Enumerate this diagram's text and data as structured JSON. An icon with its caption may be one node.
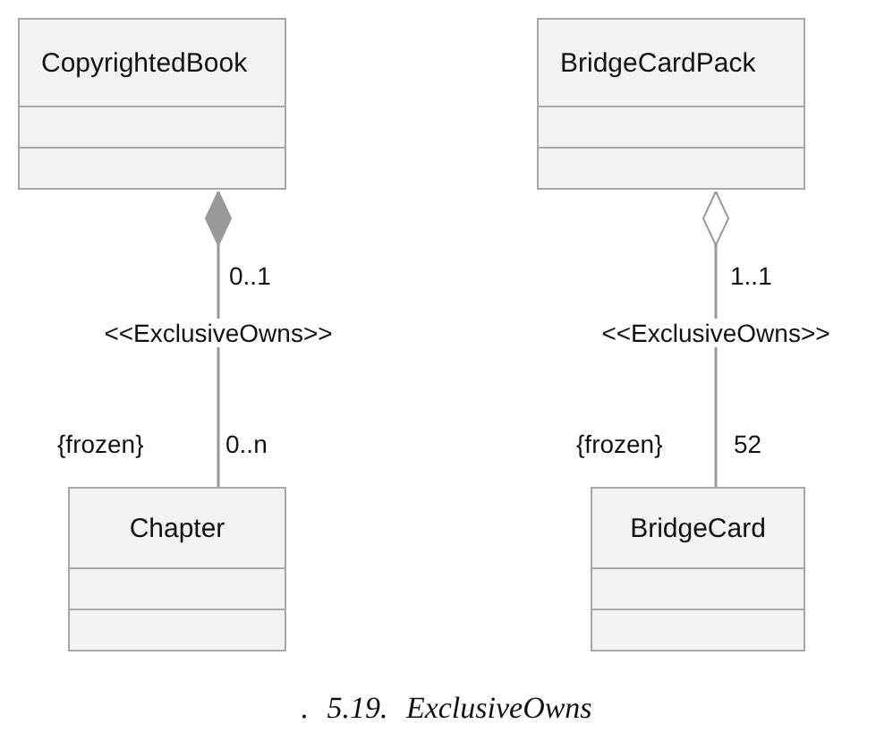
{
  "diagram": {
    "caption": ". 5.19. ExclusiveOwns",
    "nodes": [
      {
        "text": [
          "CopyrightedBook"
        ]
      },
      {
        "text": [
          "Chapter"
        ]
      },
      {
        "text": [
          "BridgeCardPack"
        ]
      },
      {
        "text": [
          "BridgeCard"
        ]
      }
    ],
    "edges": [
      {
        "from": 0,
        "to": 1,
        "arrow": "other",
        "label": "<<ExclusiveOwns>>"
      },
      {
        "from": 2,
        "to": 3,
        "arrow": "other",
        "label": "<<ExclusiveOwns>>"
      }
    ],
    "labels": [
      "0..1",
      "{frozen}",
      "0..n",
      "1..1",
      "{frozen}",
      "52"
    ]
  }
}
